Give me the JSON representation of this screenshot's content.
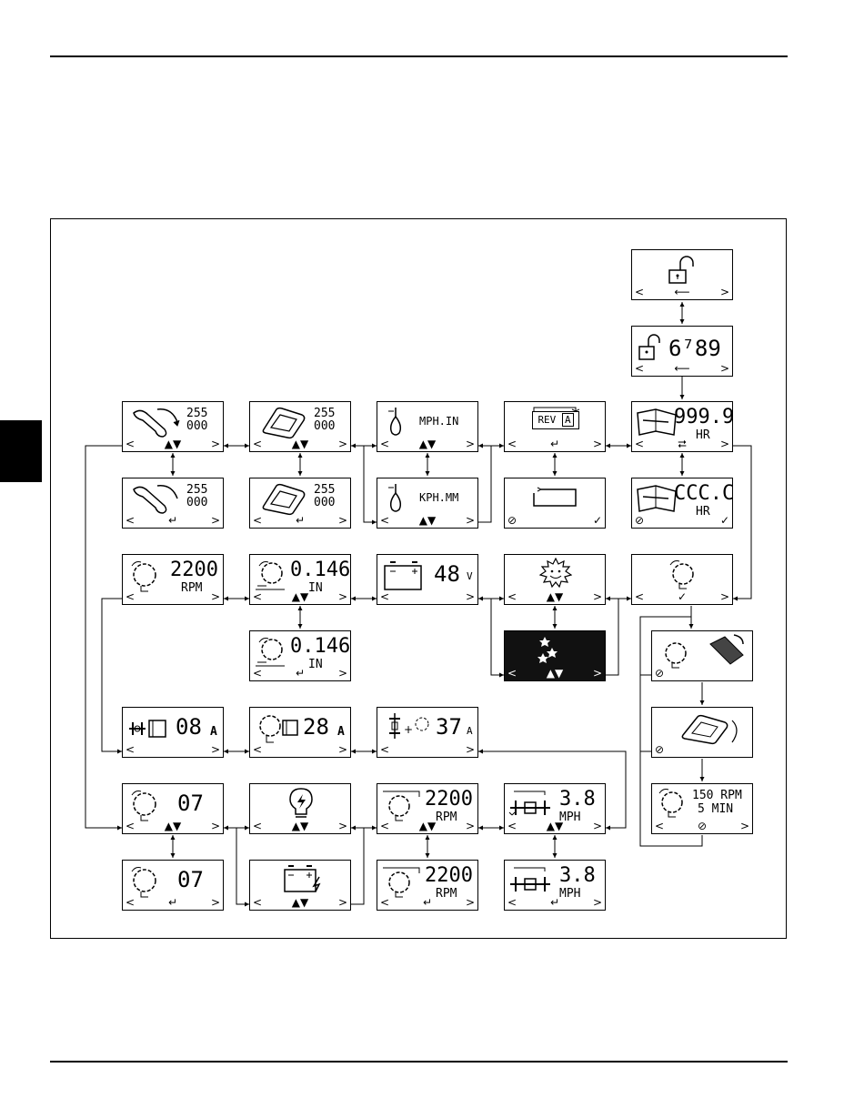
{
  "glyphs": {
    "left": "<",
    "right": ">",
    "updown": "▲▼",
    "enter": "↵",
    "back": "⟵",
    "cancel": "⊘",
    "ok": "✓",
    "cycle": "⮂"
  },
  "screens": {
    "lock1": {},
    "lock2": {
      "value": "6⁷89"
    },
    "hour": {
      "value": "999.9",
      "unit": "HR"
    },
    "hourc": {
      "value": "CCC.C",
      "unit": "HR"
    },
    "rev": {
      "label": "REV",
      "mark": "A"
    },
    "loop": {},
    "mph": {
      "value": "MPH.IN"
    },
    "kph": {
      "value": "KPH.MM"
    },
    "s1": {
      "top": "255",
      "bot": "000"
    },
    "s1b": {
      "top": "255",
      "bot": "000"
    },
    "s2": {
      "top": "255",
      "bot": "000"
    },
    "s2b": {
      "top": "255",
      "bot": "000"
    },
    "rpm1": {
      "value": "2200",
      "unit": "RPM"
    },
    "in1": {
      "value": "0.146",
      "unit": "IN"
    },
    "in2": {
      "value": "0.146",
      "unit": "IN"
    },
    "volt": {
      "value": "48",
      "unit": "V"
    },
    "sun": {},
    "moon": {},
    "chk": {},
    "rot1": {},
    "rot2": {},
    "rpmmin": {
      "top": "150 RPM",
      "bot": "5 MIN"
    },
    "amp1": {
      "value": "08",
      "unit": "A"
    },
    "amp2": {
      "value": "28",
      "unit": "A"
    },
    "amp3": {
      "value": "37",
      "unit": "A"
    },
    "c07": {
      "value": "07"
    },
    "c07b": {
      "value": "07"
    },
    "light": {},
    "batt": {},
    "rpm2": {
      "value": "2200",
      "unit": "RPM"
    },
    "rpm3": {
      "value": "2200",
      "unit": "RPM"
    },
    "mph2": {
      "value": "3.8",
      "unit": "MPH"
    },
    "mph3": {
      "value": "3.8",
      "unit": "MPH"
    }
  }
}
